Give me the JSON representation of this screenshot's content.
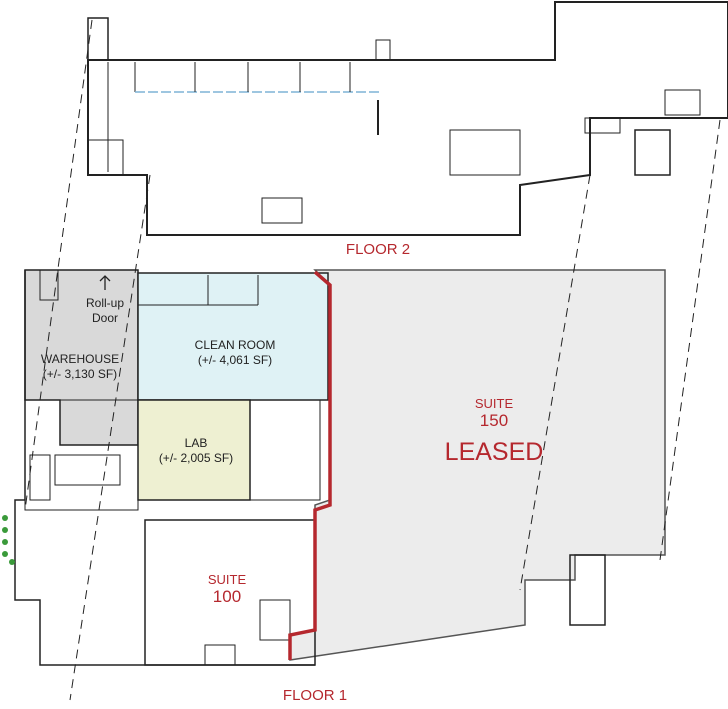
{
  "floors": {
    "floor2_label": "FLOOR 2",
    "floor1_label": "FLOOR 1"
  },
  "rooms": {
    "warehouse": {
      "name": "WAREHOUSE",
      "area": "(+/- 3,130 SF)"
    },
    "roll_up_door": {
      "line1": "Roll-up",
      "line2": "Door",
      "icon": "arrow-up-icon"
    },
    "clean_room": {
      "name": "CLEAN ROOM",
      "area": "(+/- 4,061 SF)"
    },
    "lab": {
      "name": "LAB",
      "area": "(+/- 2,005 SF)"
    },
    "suite_100": {
      "label": "SUITE",
      "number": "100"
    },
    "suite_150": {
      "label": "SUITE",
      "number": "150",
      "status": "LEASED"
    }
  },
  "colors": {
    "warehouse": "#d9d9d9",
    "clean_room": "#dff2f5",
    "lab": "#eef0d2",
    "leased": "#ececec",
    "boundary": "#b5282e",
    "wall": "#222222"
  }
}
